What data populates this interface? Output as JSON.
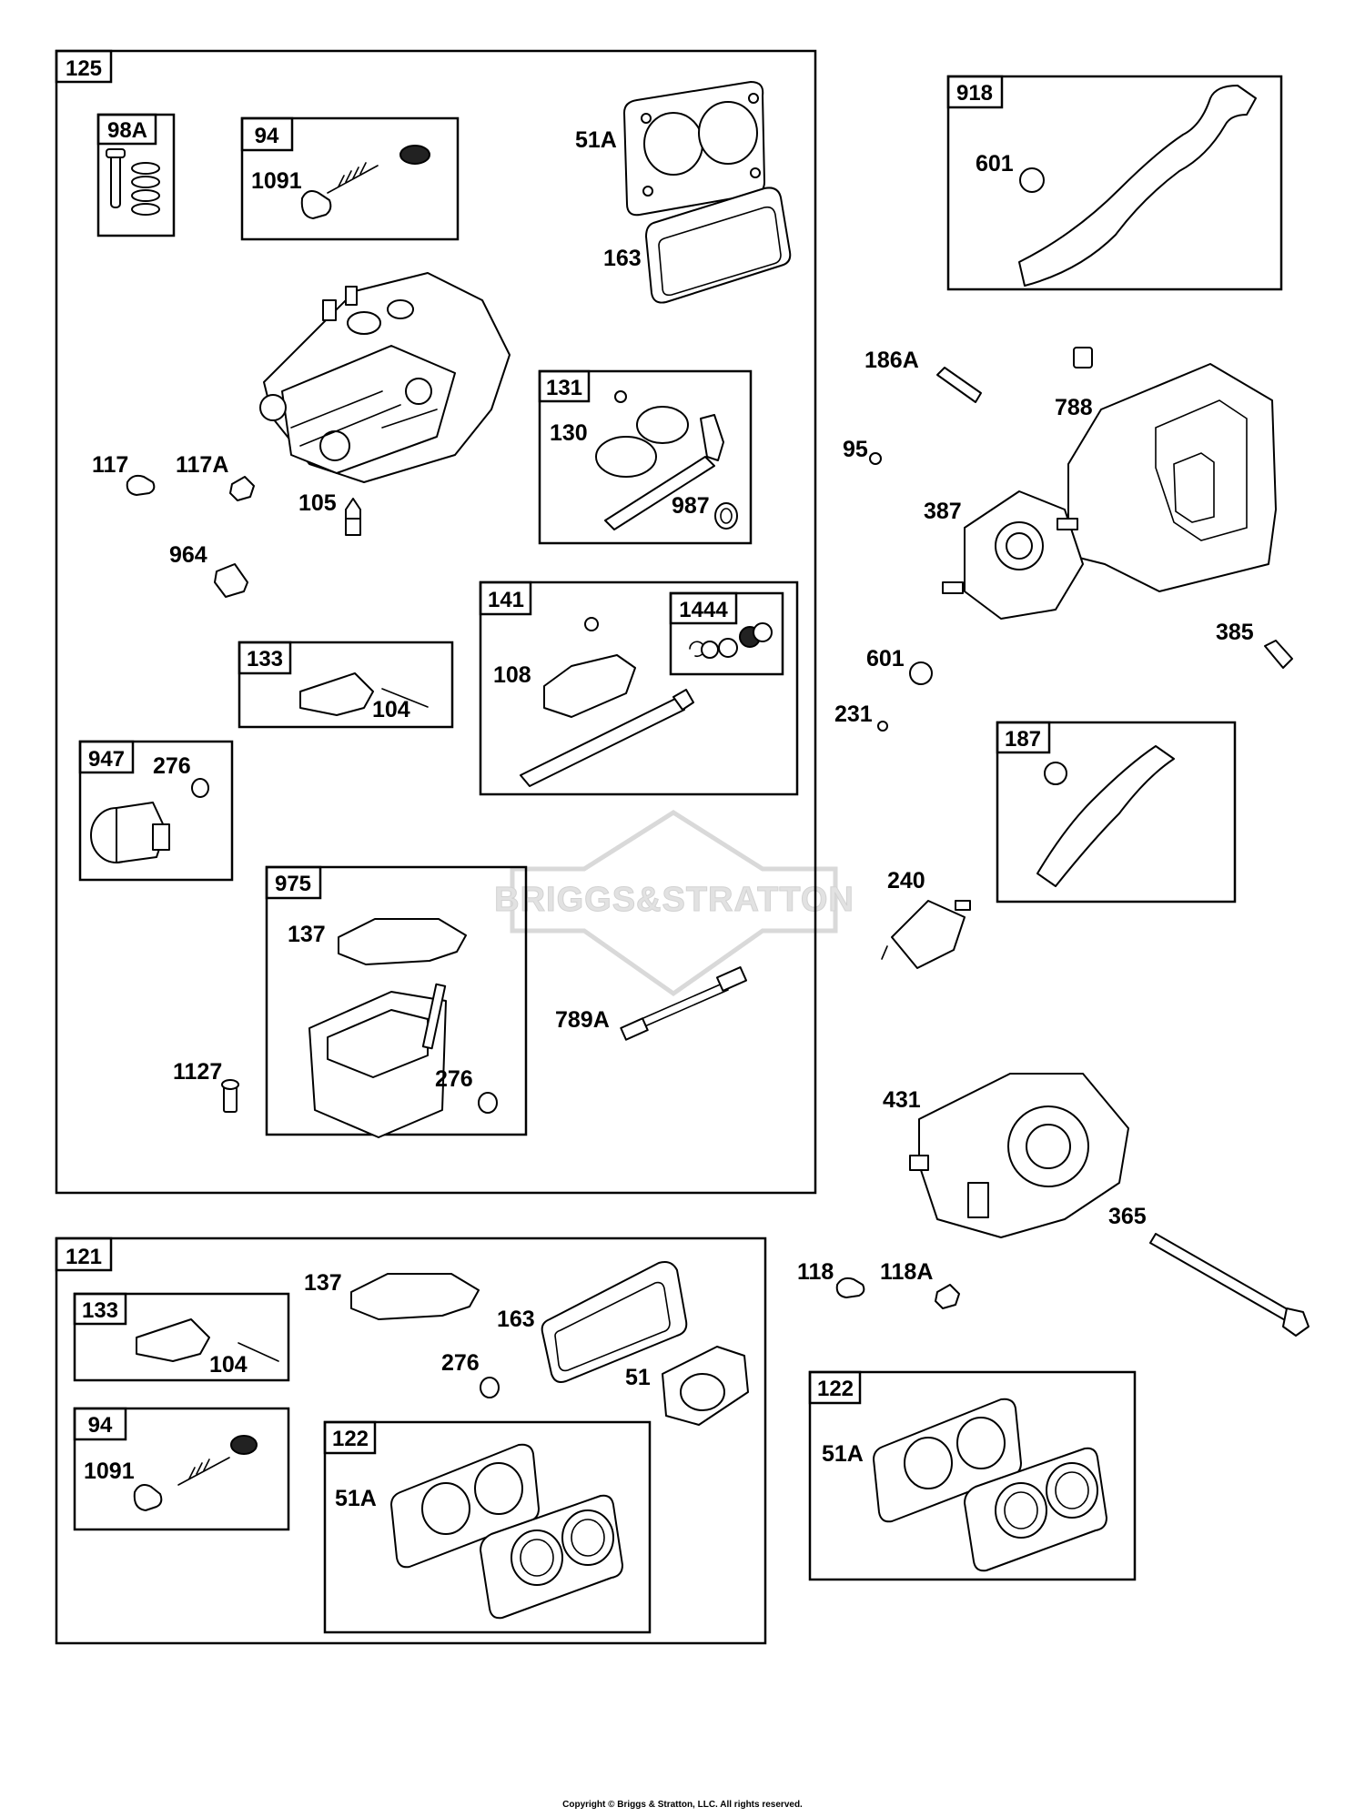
{
  "watermark": "BRIGGS&STRATTON",
  "copyright": "Copyright © Briggs & Stratton, LLC. All rights reserved.",
  "boxes": {
    "b125": "125",
    "b98A": "98A",
    "b94a": "94",
    "b131": "131",
    "b141": "141",
    "b1444": "1444",
    "b133a": "133",
    "b947": "947",
    "b975": "975",
    "b918": "918",
    "b187": "187",
    "b121": "121",
    "b133b": "133",
    "b94b": "94",
    "b122a": "122",
    "b122b": "122"
  },
  "labels": {
    "l1091a": "1091",
    "l51Aa": "51A",
    "l163a": "163",
    "l117": "117",
    "l117A": "117A",
    "l105": "105",
    "l130": "130",
    "l987": "987",
    "l964": "964",
    "l108": "108",
    "l104a": "104",
    "l276a": "276",
    "l137a": "137",
    "l1127": "1127",
    "l276b": "276",
    "l789A": "789A",
    "l601a": "601",
    "l186A": "186A",
    "l788": "788",
    "l95": "95",
    "l387": "387",
    "l385": "385",
    "l601b": "601",
    "l231": "231",
    "l240": "240",
    "l431": "431",
    "l365": "365",
    "l118": "118",
    "l118A": "118A",
    "l137b": "137",
    "l163b": "163",
    "l276c": "276",
    "l51": "51",
    "l104b": "104",
    "l1091b": "1091",
    "l51Ab": "51A",
    "l51Ac": "51A"
  }
}
